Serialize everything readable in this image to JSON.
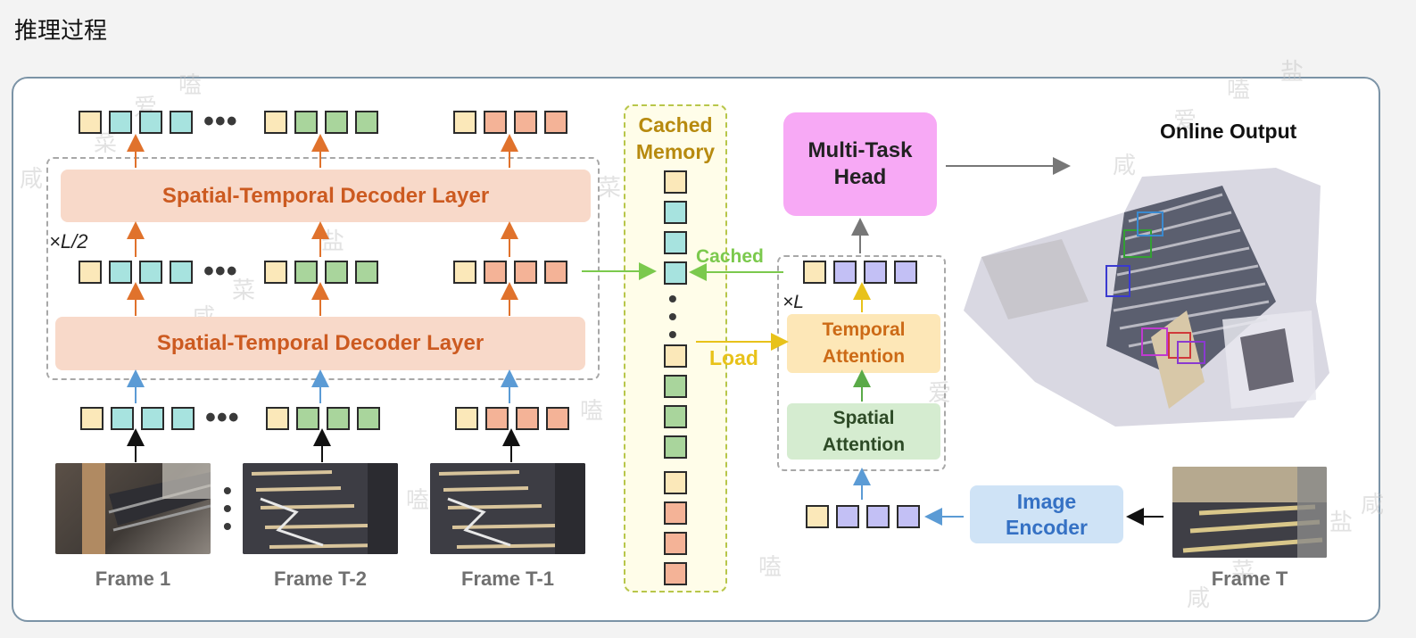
{
  "page": {
    "title": "推理过程"
  },
  "diagram": {
    "decoder_layer_top": "Spatial-Temporal Decoder Layer",
    "decoder_layer_bottom": "Spatial-Temporal Decoder Layer",
    "repeat_outer": "×L/2",
    "repeat_inner": "×L",
    "cached_memory_line1": "Cached",
    "cached_memory_line2": "Memory",
    "cached_label": "Cached",
    "load_label": "Load",
    "multi_task_line1": "Multi-Task",
    "multi_task_line2": "Head",
    "temporal_line1": "Temporal",
    "temporal_line2": "Attention",
    "spatial_line1": "Spatial",
    "spatial_line2": "Attention",
    "encoder_line1": "Image",
    "encoder_line2": "Encoder",
    "online_output": "Online Output",
    "frames": [
      "Frame 1",
      "Frame T-2",
      "Frame T-1"
    ],
    "frame_current": "Frame T",
    "watermark": [
      "咸",
      "菜",
      "爱",
      "嗑",
      "盐"
    ]
  },
  "colors": {
    "token_cream": "#fbe8b9",
    "token_cyan": "#a7e3df",
    "token_green": "#a9d59c",
    "token_orange": "#f4b397",
    "token_purple": "#c3c0f5",
    "arrow_orange": "#e0722c",
    "arrow_blue": "#5b9bd5",
    "arrow_green": "#7bc94d",
    "arrow_yellow": "#e8c21a"
  }
}
